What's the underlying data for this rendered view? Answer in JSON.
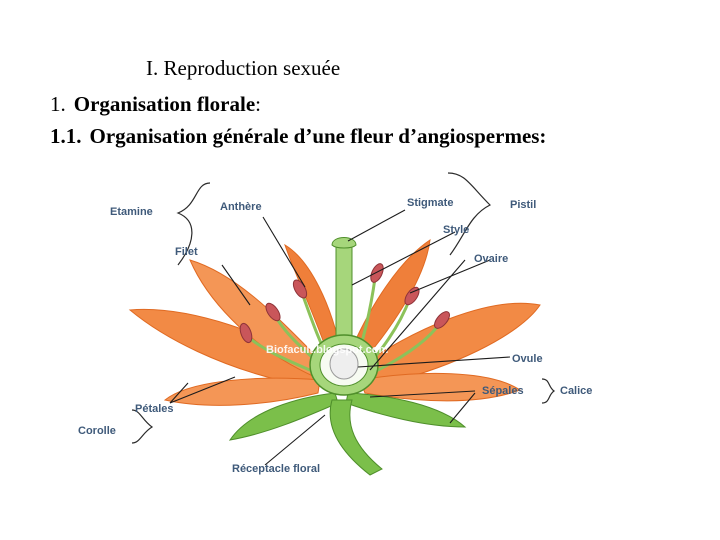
{
  "title": "I. Reproduction sexuée",
  "heading1": {
    "number": "1.",
    "text": "Organisation florale",
    "suffix": ":"
  },
  "heading2": {
    "number": "1.1.",
    "text": "Organisation générale d’une fleur d’angiospermes:"
  },
  "diagram": {
    "labels": {
      "etamine": "Etamine",
      "anthere": "Anthère",
      "filet": "Filet",
      "stigmate": "Stigmate",
      "pistil": "Pistil",
      "style": "Style",
      "ovaire": "Ovaire",
      "ovule": "Ovule",
      "sepales": "Sépales",
      "calice": "Calice",
      "petales": "Pétales",
      "corolle": "Corolle",
      "receptacle": "Réceptacle floral"
    },
    "watermark": "Biofacult.blogspot.com",
    "colors": {
      "petal": "#f28a45",
      "petal_dark": "#e06a22",
      "green": "#7bbf4a",
      "green_dark": "#4f8f2b",
      "anther": "#c9565a",
      "label": "#3f5a7a"
    }
  }
}
